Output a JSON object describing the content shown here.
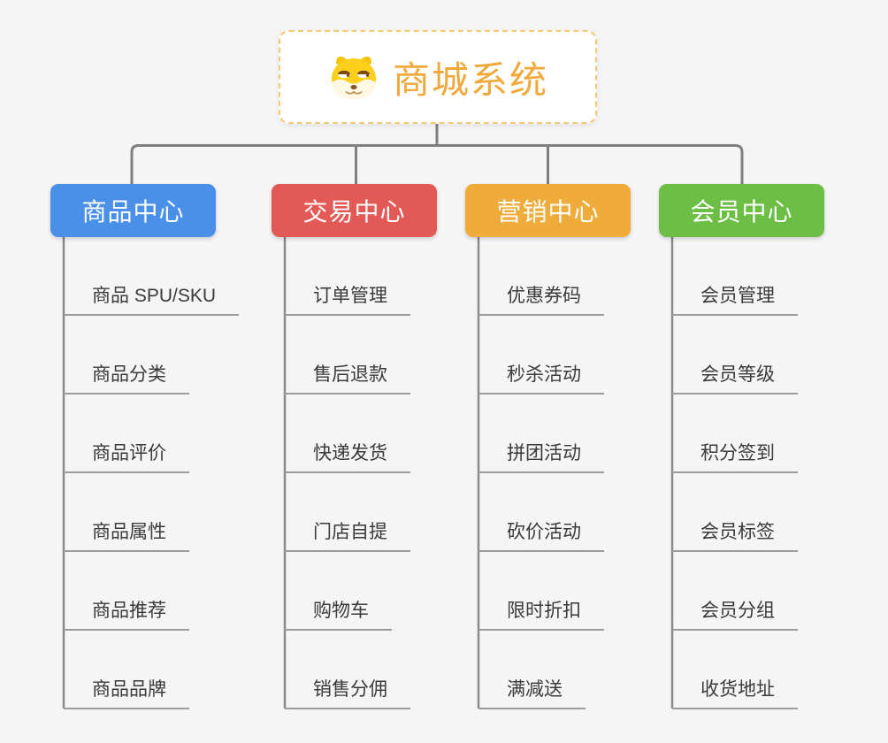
{
  "root": {
    "label": "商城系统",
    "icon": "shiba-dog-icon",
    "accent_color": "#f2a93b",
    "border_color": "#f7c873"
  },
  "branches": [
    {
      "label": "商品中心",
      "color": "#4a8fe8",
      "items": [
        "商品 SPU/SKU",
        "商品分类",
        "商品评价",
        "商品属性",
        "商品推荐",
        "商品品牌"
      ]
    },
    {
      "label": "交易中心",
      "color": "#e25955",
      "items": [
        "订单管理",
        "售后退款",
        "快递发货",
        "门店自提",
        "购物车",
        "销售分佣"
      ]
    },
    {
      "label": "营销中心",
      "color": "#efac3b",
      "items": [
        "优惠券码",
        "秒杀活动",
        "拼团活动",
        "砍价活动",
        "限时折扣",
        "满减送"
      ]
    },
    {
      "label": "会员中心",
      "color": "#6dbe45",
      "items": [
        "会员管理",
        "会员等级",
        "积分签到",
        "会员标签",
        "会员分组",
        "收货地址"
      ]
    }
  ],
  "connector_color": "#7f7f7f",
  "underline_color": "#9c9c9c",
  "background_color": "#f5f5f6"
}
